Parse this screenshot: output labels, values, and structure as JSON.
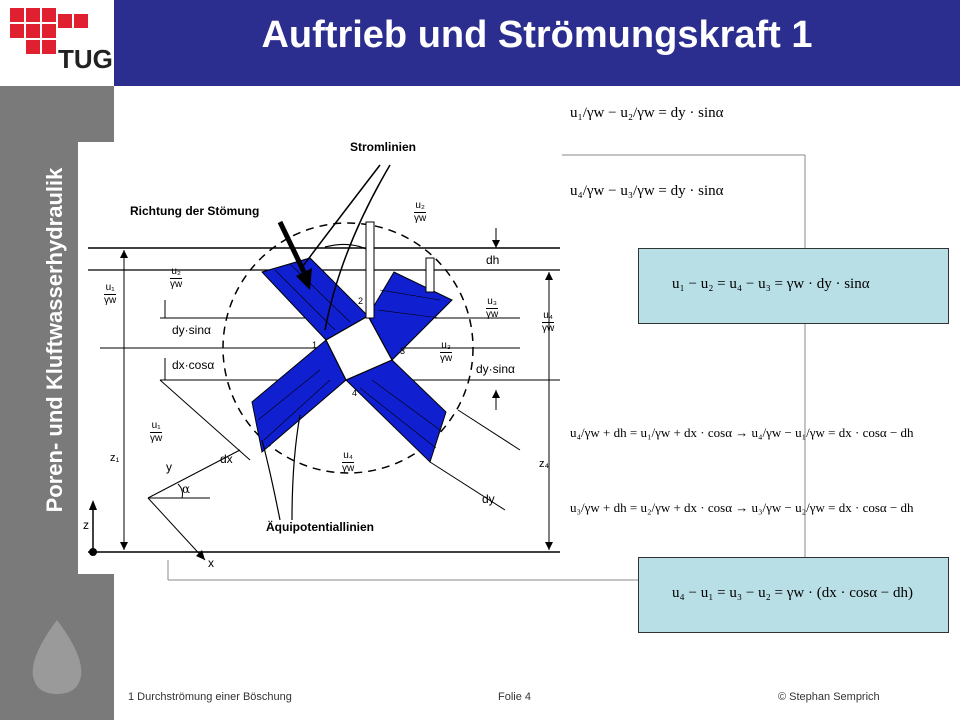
{
  "header": {
    "title": "Auftrieb und Strömungskraft 1",
    "logo_text": "TUG"
  },
  "sidebar": {
    "vertical_text": "Poren- und Kluftwasserhydraulik"
  },
  "figure": {
    "label_stromlinien": "Stromlinien",
    "label_richtung": "Richtung der Stömung",
    "label_aequi": "Äquipotentiallinien",
    "label_dh": "dh",
    "label_dx": "dx",
    "label_dy": "dy",
    "label_dysin": "dy·sinα",
    "label_dxcos": "dx·cosα",
    "label_dysin2": "dy·sinα",
    "label_z": "z",
    "label_x": "x",
    "label_y": "y",
    "label_alpha": "α",
    "label_z1": "z₁",
    "label_z4": "z₄",
    "n1": "1",
    "n2": "2",
    "n3": "3",
    "n4": "4",
    "u1": "u₁",
    "u2": "u₂",
    "u3": "u₃",
    "u4": "u₄",
    "gw": "γw"
  },
  "equations": {
    "eq1": "u₁/γw − u₂/γw = dy · sinα",
    "eq2": "u₄/γw − u₃/γw = dy · sinα",
    "eq3": "u₁ − u₂ = u₄ − u₃ = γw · dy · sinα",
    "eq4": "u₄/γw + dh = u₁/γw + dx · cosα → u₄/γw − u₁/γw = dx · cosα − dh",
    "eq5": "u₃/γw + dh = u₂/γw + dx · cosα → u₃/γw − u₂/γw = dx · cosα − dh",
    "eq6": "u₄ − u₁ = u₃ − u₂ = γw · (dx · cosα − dh)"
  },
  "footer": {
    "chapter": "1 Durchströmung  einer Böschung",
    "slide": "Folie 4",
    "author": "© Stephan  Semprich"
  },
  "colors": {
    "header": "#2b2d8f",
    "sidebar": "#7a7a7a",
    "element": "#1020d0",
    "eqbox": "#b8dfe6"
  }
}
